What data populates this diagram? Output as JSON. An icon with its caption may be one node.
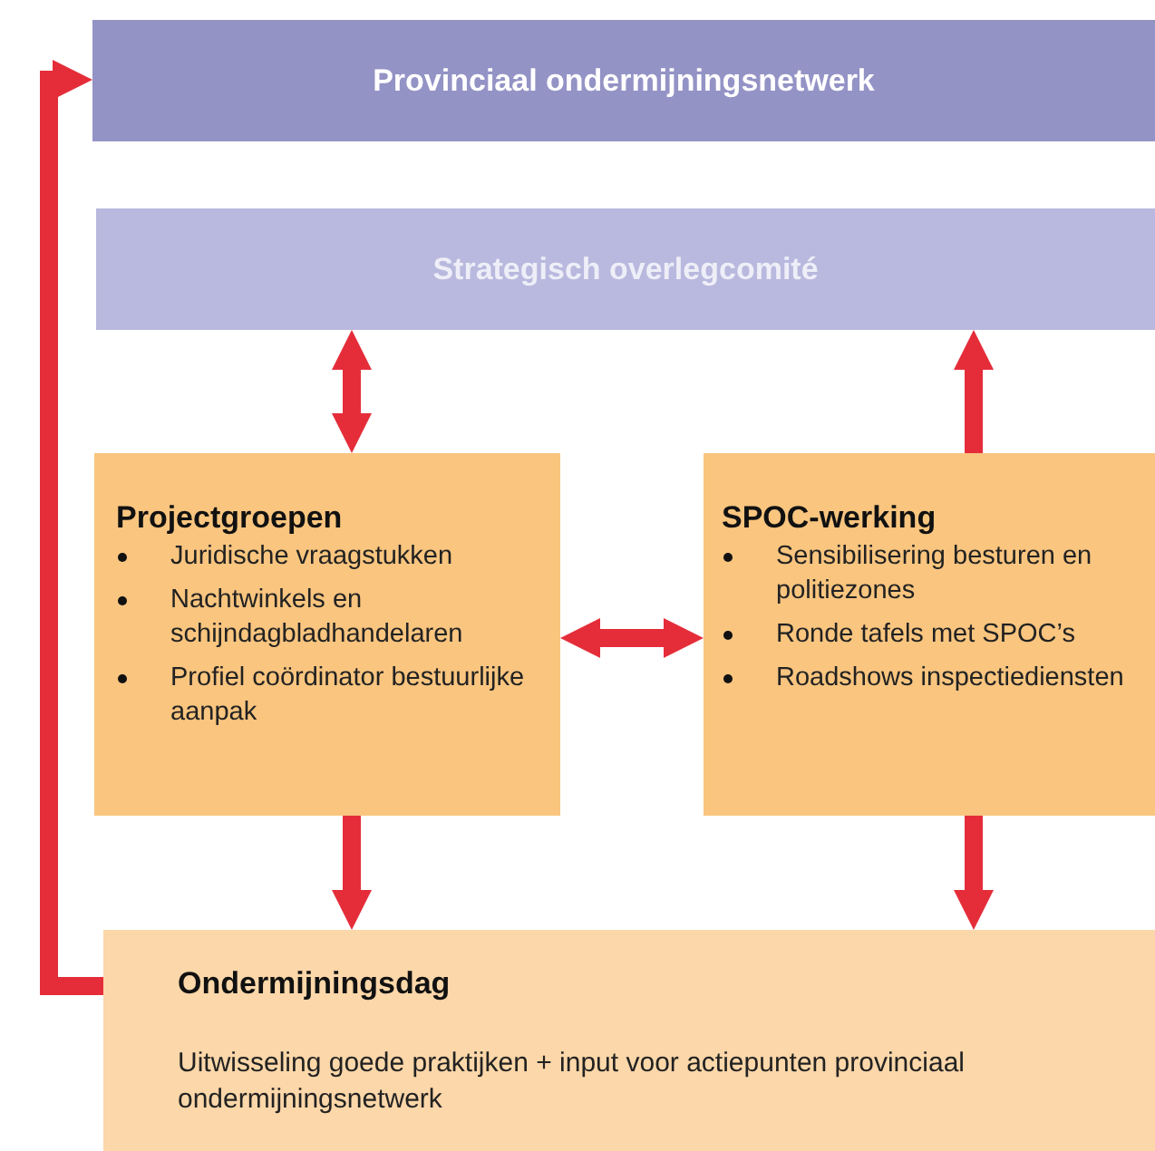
{
  "diagram": {
    "nodes": [
      {
        "text": [
          "Provinciaal ondermijningsnetwerk"
        ]
      },
      {
        "text": [
          "Strategisch overlegcomité"
        ]
      },
      {
        "text": [
          "Projectgroepen",
          "Juridische vraagstukken",
          "Nachtwinkels en schijndagbladhandelaren",
          "Profiel coördinator bestuurlijke aanpak"
        ]
      },
      {
        "text": [
          "SPOC-werking",
          "Sensibilisering besturen en politiezones",
          "Ronde tafels met SPOC’s",
          "Roadshows inspectiediensten"
        ]
      },
      {
        "text": [
          "Ondermijningsdag",
          "Uitwisseling goede praktijken + input voor actiepunten provinciaal ondermijningsnetwerk"
        ]
      }
    ],
    "edges": [
      {
        "from": 1,
        "to": 2,
        "arrow": "both"
      },
      {
        "from": 3,
        "to": 1,
        "arrow": "to"
      },
      {
        "from": 2,
        "to": 3,
        "arrow": "both"
      },
      {
        "from": 2,
        "to": 4,
        "arrow": "to"
      },
      {
        "from": 3,
        "to": 4,
        "arrow": "to"
      },
      {
        "from": 4,
        "to": 0,
        "arrow": "to"
      }
    ]
  }
}
